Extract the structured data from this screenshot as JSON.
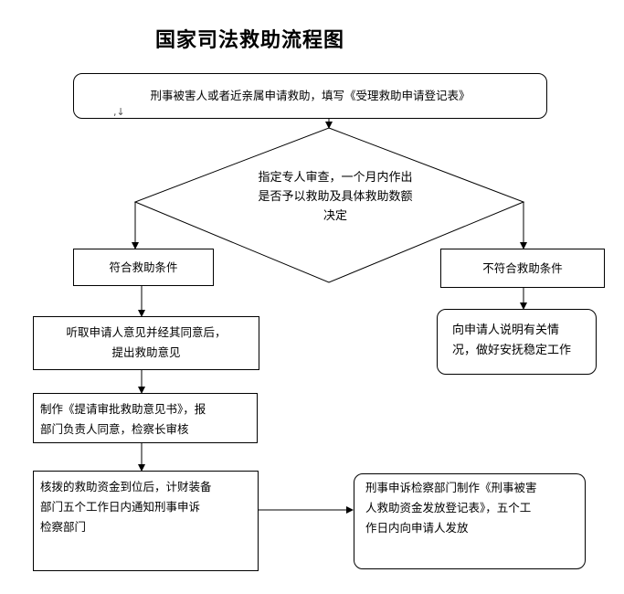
{
  "title": "国家司法救助流程图",
  "nodes": {
    "apply": "刑事被害人或者近亲属申请救助，填写《受理救助申请登记表》",
    "review": [
      "指定专人审查，一个月内作出",
      "是否予以救助及具体救助数额",
      "决定"
    ],
    "eligible": "符合救助条件",
    "not_eligible": "不符合救助条件",
    "explain": [
      "向申请人说明有关情",
      "况，做好安抚稳定工作"
    ],
    "opinion": [
      "听取申请人意见并经其同意后，",
      "提出救助意见"
    ],
    "report": [
      "制作《提请审批救助意见书》，报",
      "部门负责人同意，检察长审核"
    ],
    "notify": [
      "核拨的救助资金到位后，计财装备",
      "部门五个工作日内通知刑事申诉",
      "检察部门"
    ],
    "issue": [
      "刑事申诉检察部门制作《刑事被害",
      "人救助资金发放登记表》，五个工",
      "作日内向申请人发放"
    ]
  },
  "colors": {
    "line": "#000000",
    "box_border": "#000000"
  }
}
